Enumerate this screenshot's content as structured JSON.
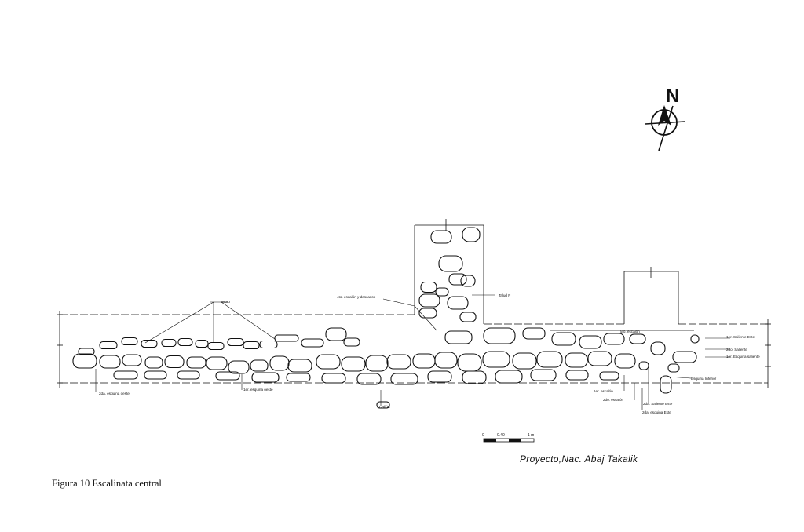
{
  "north": {
    "letter": "N",
    "icon": "north-arrow-icon"
  },
  "labels": {
    "muro": "Muro",
    "escalon_descanso": "4to. escalón y descanso",
    "talud": "Talud P",
    "quinto_escalon": "5to. escalón",
    "primer_saliente_este": "1er. Saliente Este",
    "segundo_saliente": "2do. Saliente",
    "primera_esquina_saliente": "1er. Esquina saliente",
    "esquina_inferior": "Esquina Inferior",
    "segunda_esquina_oeste": "2da. esquina oeste",
    "primera_esquina_oeste": "1er. esquina oeste",
    "canal": "Cañón",
    "primer_escalon": "1er. escalón",
    "segundo_escalon": "2do. escalón",
    "segundo_saliente_este": "2da. Saliente Este",
    "segunda_esquina_este": "2da. esquina Este"
  },
  "scale": {
    "start": "0",
    "mid": "0.40",
    "end": "1 m"
  },
  "project_label": "Proyecto,Nac. Abaj Takalik",
  "caption": "Figura 10 Escalinata central"
}
